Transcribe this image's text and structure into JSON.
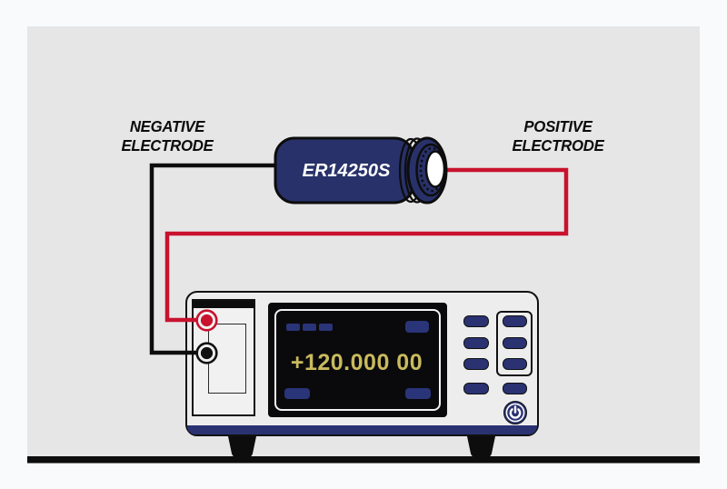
{
  "diagram": {
    "labels": {
      "negative": {
        "line1": "NEGATIVE",
        "line2": "ELECTRODE"
      },
      "positive": {
        "line1": "POSITIVE",
        "line2": "ELECTRODE"
      }
    },
    "battery": {
      "model": "ER14250S",
      "body_color": "#283169",
      "terminal_color": "#ffffff"
    },
    "wires": {
      "positive_wire_color": "#c8122e",
      "negative_wire_color": "#0d0d0d"
    },
    "meter": {
      "display": {
        "reading": "+120.000 00",
        "text_color": "#c9ba5d",
        "background_color": "#0a0a0c",
        "indicator_color": "#2a3478"
      },
      "terminals": {
        "positive_color": "#c8122e",
        "negative_color": "#111111"
      },
      "button_color": "#2a3272",
      "power_icon": "power-icon"
    },
    "scene": {
      "stage_background": "#e6e6e7",
      "page_background": "#f8fafc",
      "ground_line_color": "#0d0d0d"
    }
  }
}
